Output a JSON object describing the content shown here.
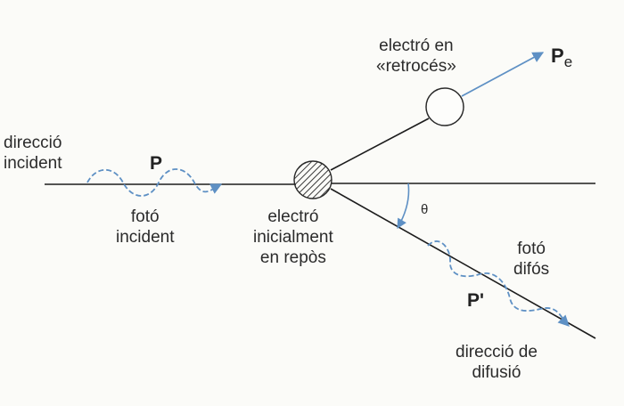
{
  "labels": {
    "incident_direction": [
      "direcció",
      "incident"
    ],
    "incident_photon": [
      "fotó",
      "incident"
    ],
    "electron_rest": [
      "electró",
      "inicialment",
      "en repòs"
    ],
    "recoil_electron": [
      "electró en",
      "«retrocés»"
    ],
    "scattered_photon": [
      "fotó",
      "difós"
    ],
    "scatter_direction": [
      "direcció de",
      "difusió"
    ],
    "p_incident": "P",
    "p_scattered": "P'",
    "p_electron_base": "P",
    "p_electron_sub": "e",
    "angle": "θ"
  },
  "colors": {
    "line": "#1c1c1c",
    "photon": "#5e90c4",
    "electron_outline": "#2a2a2a",
    "hatch": "#3a3a3a"
  }
}
